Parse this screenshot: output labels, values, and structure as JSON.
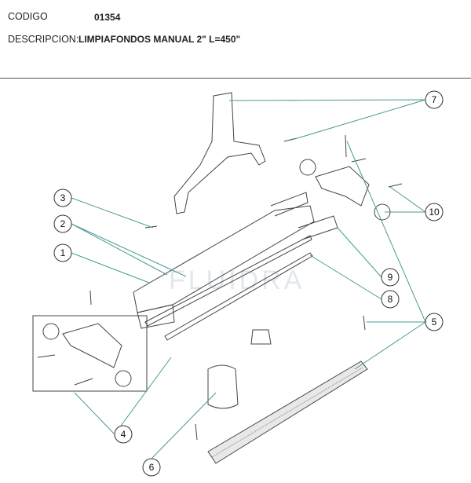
{
  "header": {
    "codigo_label": "CODIGO",
    "codigo_value": "01354",
    "descripcion_label": "DESCRIPCION:",
    "descripcion_value": "LIMPIAFONDOS MANUAL 2\" L=450\""
  },
  "watermark": "FLUIDRA",
  "callouts": [
    "1",
    "2",
    "3",
    "4",
    "5",
    "6",
    "7",
    "8",
    "9",
    "10"
  ],
  "colors": {
    "leader": "#4a9a94",
    "part": "#444444"
  }
}
